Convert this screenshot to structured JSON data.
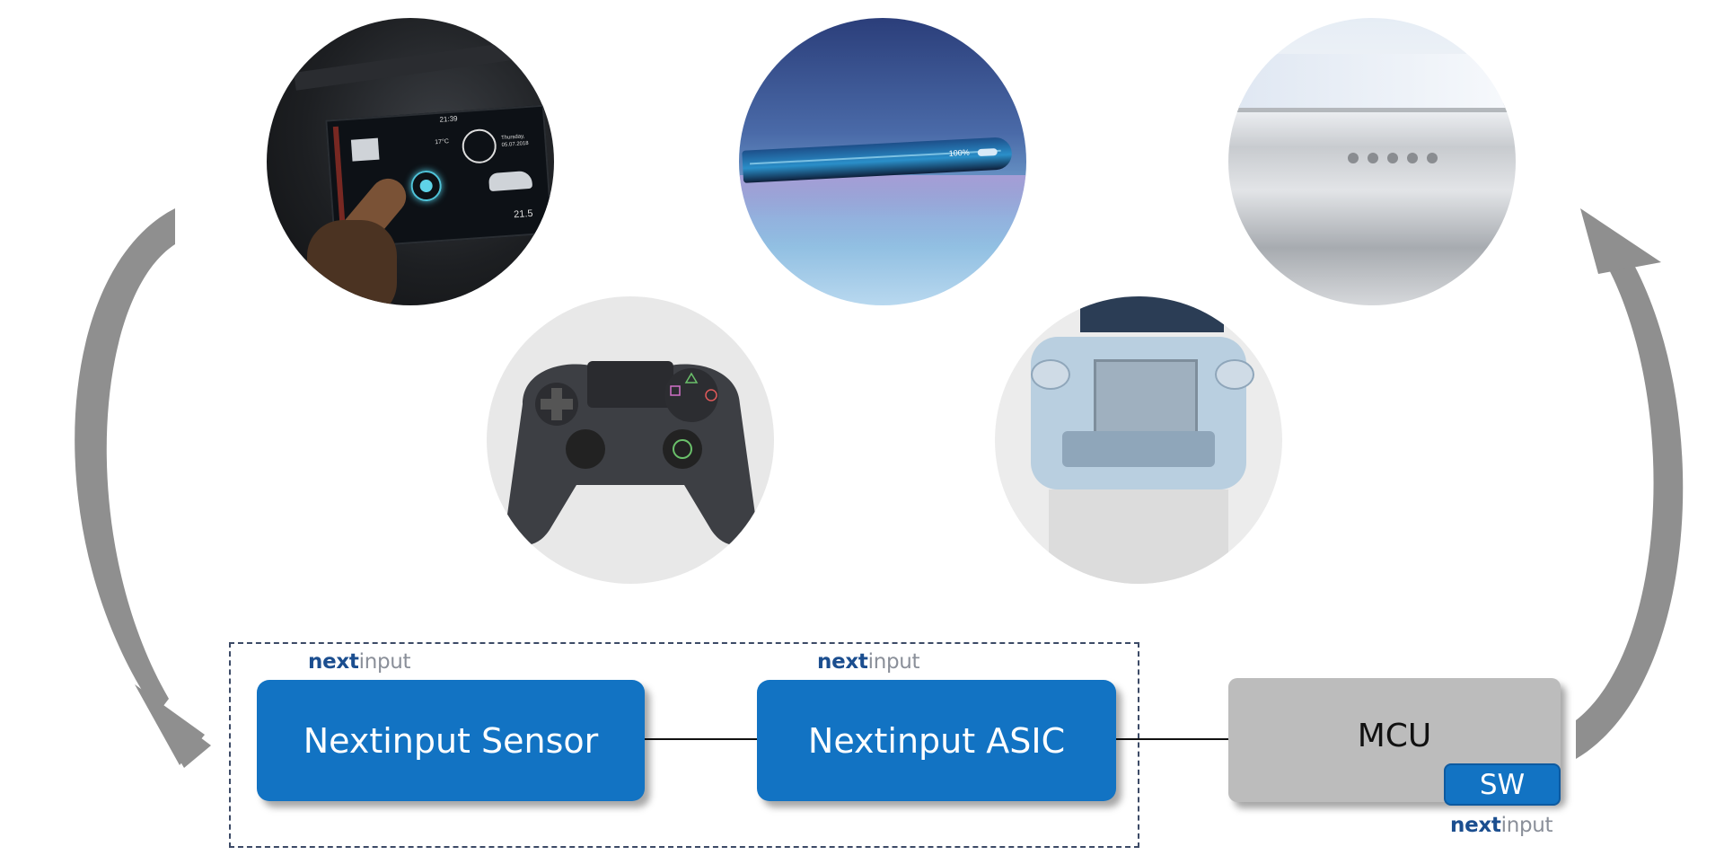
{
  "diagram": {
    "logos": [
      {
        "brand_a": "next",
        "brand_b": "input"
      },
      {
        "brand_a": "next",
        "brand_b": "input"
      },
      {
        "brand_a": "next",
        "brand_b": "input"
      }
    ],
    "blocks": {
      "sensor": "Nextinput Sensor",
      "asic": "Nextinput ASIC",
      "mcu": "MCU",
      "sw": "SW"
    },
    "car_display": {
      "time": "21:39",
      "date": "Thursday, 05.07.2018",
      "temp": "17°C",
      "big_temp": "21.5"
    },
    "phone_status": {
      "battery": "100%"
    },
    "colors": {
      "accent_blue": "#1273c3",
      "mcu_gray": "#bcbcbc",
      "arrow_gray": "#8f8f8f",
      "dashed_border": "#3c4a66"
    },
    "icons": [
      "curved-arrow-left-icon",
      "curved-arrow-right-icon"
    ]
  }
}
